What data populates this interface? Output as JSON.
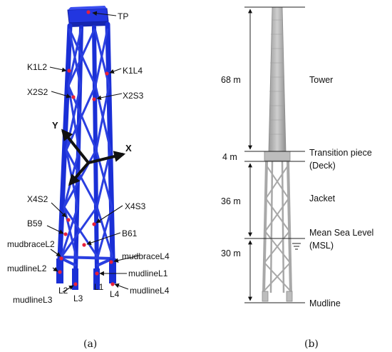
{
  "panel_a": {
    "caption": "(a)",
    "sensors": {
      "tp": "TP",
      "k1l2": "K1L2",
      "k1l4": "K1L4",
      "x2s2": "X2S2",
      "x2s3": "X2S3",
      "x4s2": "X4S2",
      "x4s3": "X4S3",
      "b59": "B59",
      "b61": "B61",
      "mudbrace_l2": "mudbraceL2",
      "mudbrace_l4": "mudbraceL4",
      "mudline_l2": "mudlineL2",
      "mudline_l1": "mudlineL1",
      "mudline_l3": "mudlineL3",
      "mudline_l4": "mudlineL4"
    },
    "legs": {
      "l1": "L1",
      "l2": "L2",
      "l3": "L3",
      "l4": "L4"
    },
    "axes": {
      "x": "X",
      "y": "Y"
    },
    "colors": {
      "structure": "#1a2fd6",
      "sensor": "#e8203a"
    }
  },
  "panel_b": {
    "caption": "(b)",
    "dimensions": {
      "tower": "68 m",
      "transition": "4 m",
      "jacket": "36 m",
      "below_msl": "30 m"
    },
    "levels": {
      "tower": "Tower",
      "transition_1": "Transition piece",
      "transition_2": "(Deck)",
      "jacket": "Jacket",
      "msl_1": "Mean Sea Level",
      "msl_2": "(MSL)",
      "mudline": "Mudline"
    },
    "colors": {
      "structure": "#c6c6c6",
      "outline": "#8a8a8a"
    }
  }
}
